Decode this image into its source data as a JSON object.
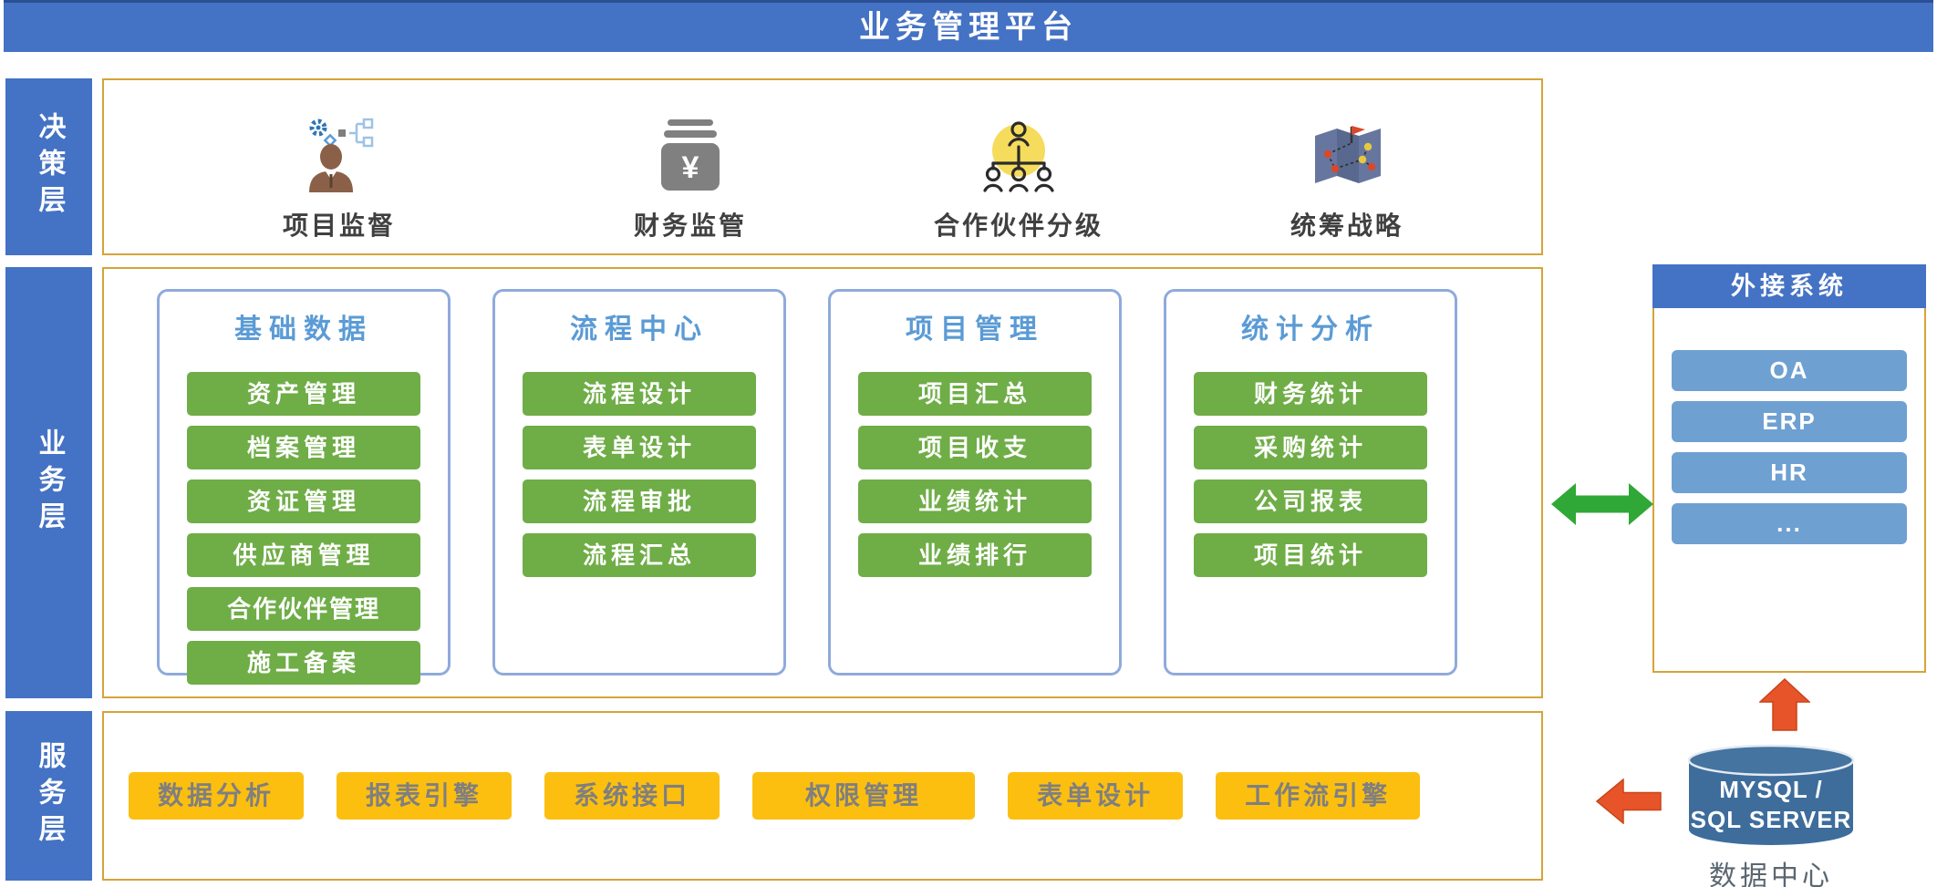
{
  "title": "业务管理平台",
  "layers": {
    "decision": {
      "label": "决策层",
      "items": [
        {
          "label": "项目监督",
          "icon": "supervisor-icon"
        },
        {
          "label": "财务监管",
          "icon": "finance-icon"
        },
        {
          "label": "合作伙伴分级",
          "icon": "partners-icon"
        },
        {
          "label": "统筹战略",
          "icon": "strategy-icon"
        }
      ]
    },
    "business": {
      "label": "业务层",
      "columns": [
        {
          "title": "基础数据",
          "items": [
            "资产管理",
            "档案管理",
            "资证管理",
            "供应商管理",
            "合作伙伴管理",
            "施工备案"
          ]
        },
        {
          "title": "流程中心",
          "items": [
            "流程设计",
            "表单设计",
            "流程审批",
            "流程汇总"
          ]
        },
        {
          "title": "项目管理",
          "items": [
            "项目汇总",
            "项目收支",
            "业绩统计",
            "业绩排行"
          ]
        },
        {
          "title": "统计分析",
          "items": [
            "财务统计",
            "采购统计",
            "公司报表",
            "项目统计"
          ]
        }
      ]
    },
    "service": {
      "label": "服务层",
      "items": [
        "数据分析",
        "报表引擎",
        "系统接口",
        "权限管理",
        "表单设计",
        "工作流引擎"
      ]
    }
  },
  "external": {
    "title": "外接系统",
    "items": [
      "OA",
      "ERP",
      "HR",
      "..."
    ]
  },
  "data_center": {
    "db_line1": "MYSQL /",
    "db_line2": "SQL SERVER",
    "caption": "数据中心"
  },
  "colors": {
    "banner_blue": "#4472C4",
    "gold_border": "#D5A439",
    "column_border": "#8FAADC",
    "column_title_blue": "#5B9BD5",
    "module_green": "#6FAD47",
    "service_yellow": "#FCBF10",
    "external_blue": "#6FA0D2",
    "db_blue": "#3E6D9C",
    "arrow_green": "#2FA837",
    "arrow_red": "#E8542A"
  }
}
